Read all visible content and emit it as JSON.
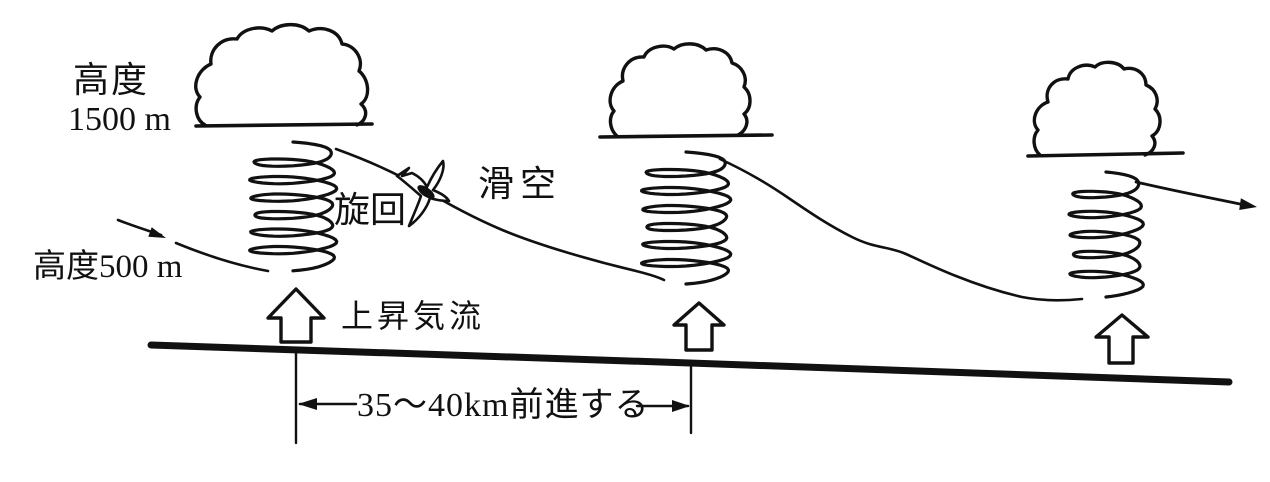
{
  "background": "#ffffff",
  "ink_color": "#111111",
  "diagram": {
    "labels": {
      "altitude_cloud_title": "高度",
      "altitude_cloud_value": "1500 m",
      "altitude_entry": "高度500 m",
      "turning": "旋回",
      "gliding": "滑空",
      "updraft": "上昇気流",
      "advance_distance": "35〜40km前進する"
    },
    "elements": {
      "clouds": 3,
      "thermal_spirals": 3,
      "updraft_arrows": 3,
      "gliders": 1
    }
  }
}
